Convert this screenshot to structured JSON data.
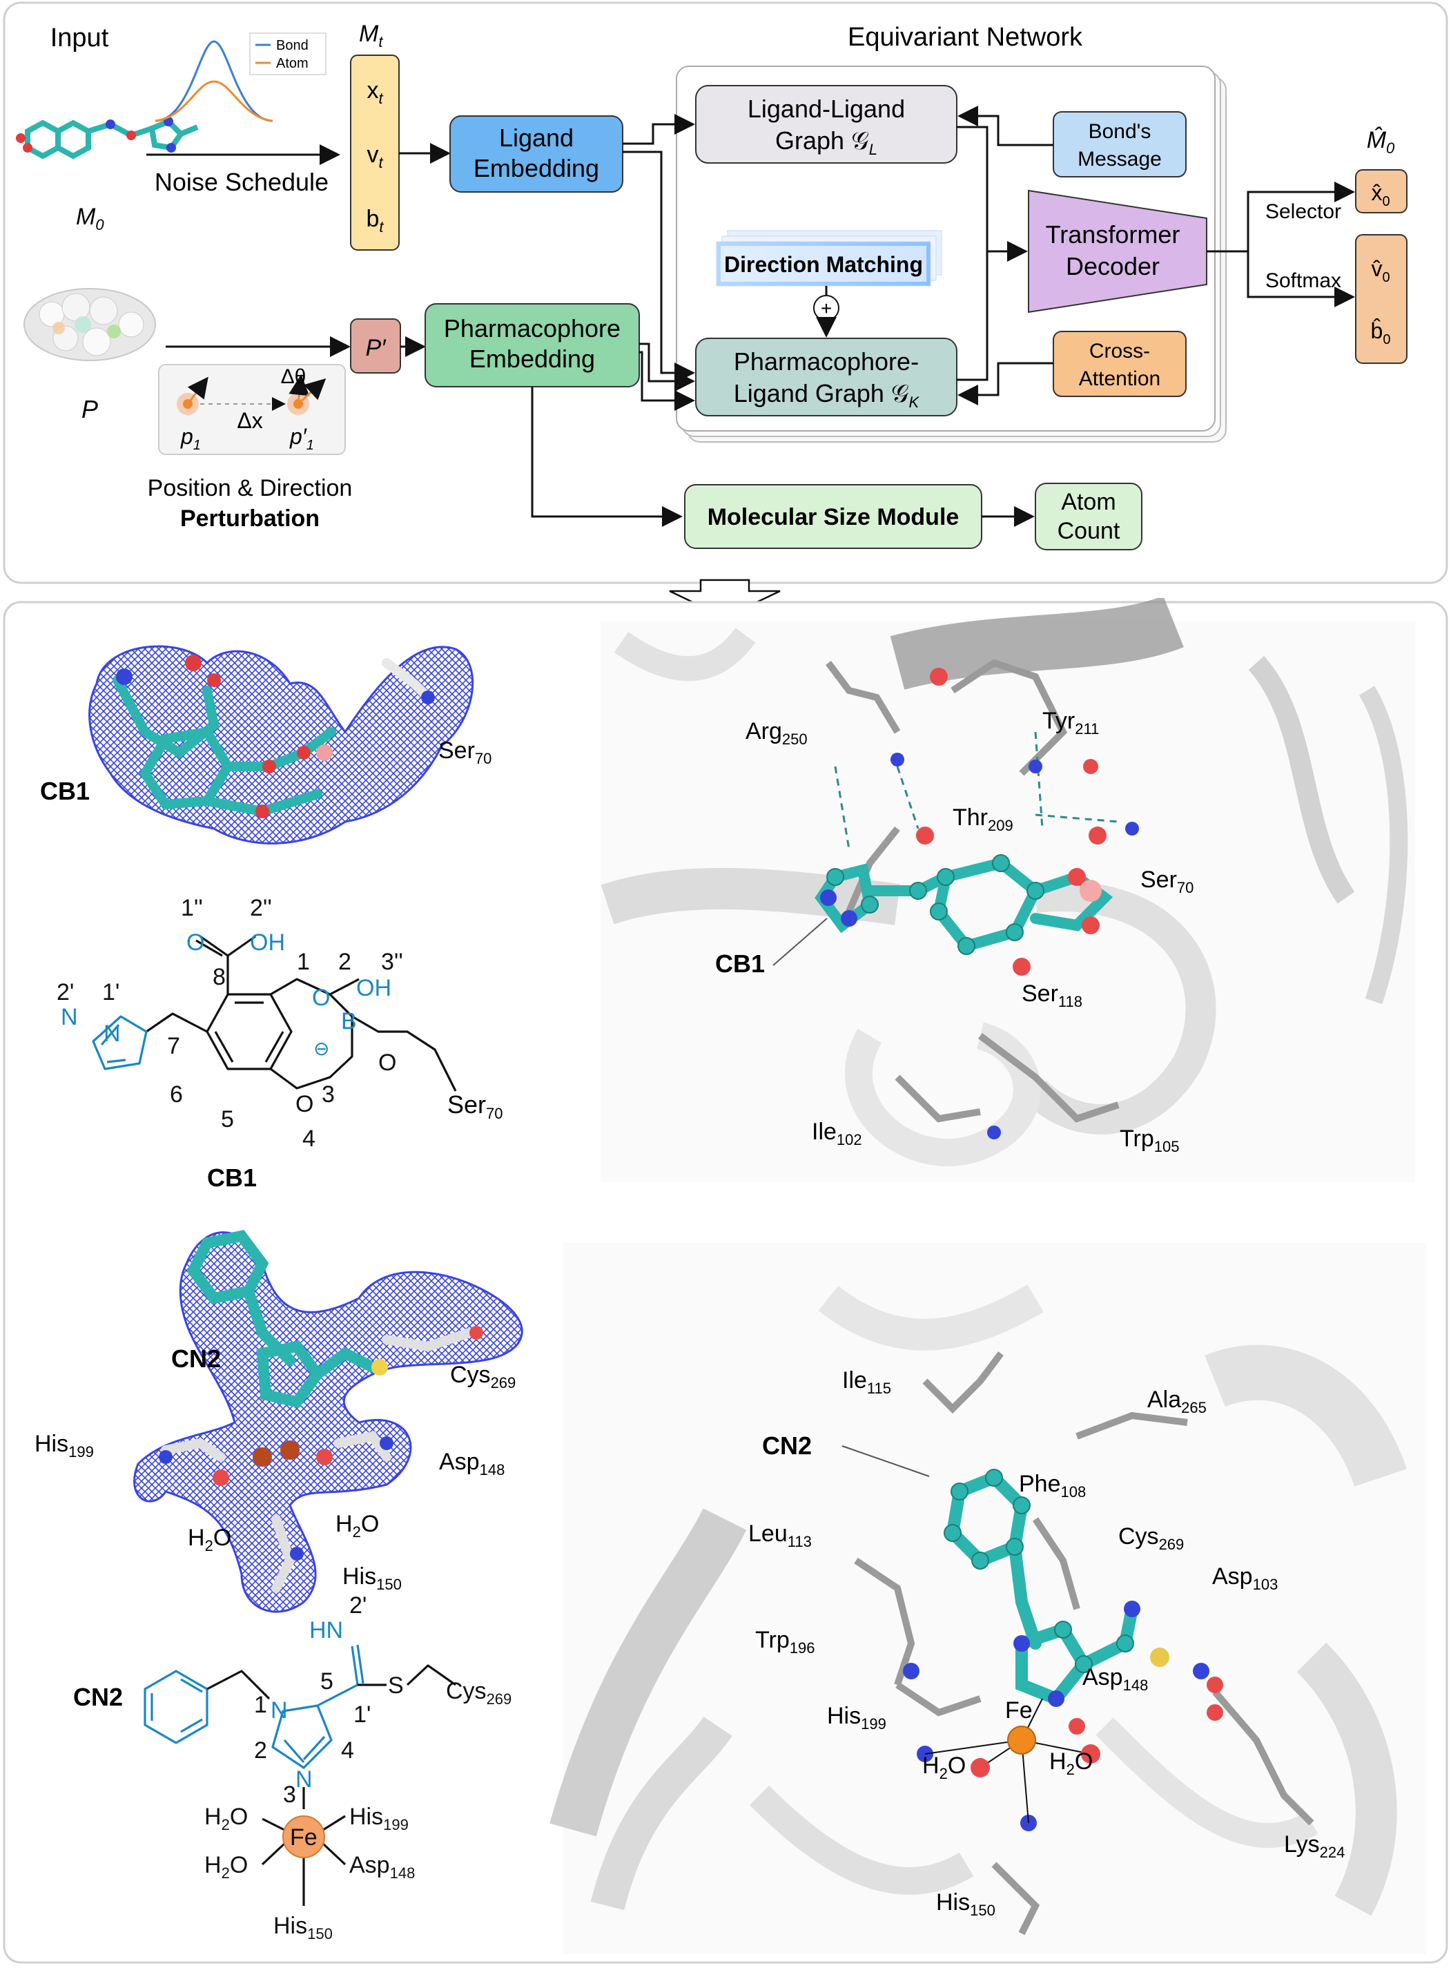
{
  "top": {
    "input": "Input",
    "legend": {
      "bond": "Bond",
      "atom": "Atom"
    },
    "noise_schedule": "Noise Schedule",
    "m0": "M",
    "m0_sub": "0",
    "mt": "M",
    "mt_sub": "t",
    "mt_vars": [
      {
        "v": "x",
        "s": "t"
      },
      {
        "v": "v",
        "s": "t"
      },
      {
        "v": "b",
        "s": "t"
      }
    ],
    "p_label": "P",
    "p1": "p",
    "p1_sub": "1",
    "p1p": "p′",
    "p1p_sub": "1",
    "dx": "Δx",
    "dtheta": "Δθ",
    "pos_dir": "Position & Direction",
    "perturbation": "Perturbation",
    "pprime": "P′",
    "ligand_emb": [
      "Ligand",
      "Embedding"
    ],
    "pharm_emb": [
      "Pharmacophore",
      "Embedding"
    ],
    "equivariant": "Equivariant Network",
    "ll_graph": [
      "Ligand-Ligand",
      "Graph 𝒢"
    ],
    "ll_sub": "L",
    "pl_graph": [
      "Pharmacophore-",
      "Ligand Graph 𝒢"
    ],
    "pl_sub": "K",
    "bonds_msg": [
      "Bond's",
      "Message"
    ],
    "cross_att": [
      "Cross-",
      "Attention"
    ],
    "direction_matching": "Direction Matching",
    "plus": "+",
    "transformer": [
      "Transformer",
      "Decoder"
    ],
    "selector": "Selector",
    "softmax": "Softmax",
    "m0hat": "M̂",
    "m0hat_sub": "0",
    "out_vars": [
      {
        "v": "x̂",
        "s": "0"
      },
      {
        "v": "v̂",
        "s": "0"
      },
      {
        "v": "b̂",
        "s": "0"
      }
    ],
    "mol_size": "Molecular Size Module",
    "atom_count": [
      "Atom",
      "Count"
    ]
  },
  "cb1": {
    "name": "CB1",
    "density_label": "Ser",
    "density_label_sub": "70",
    "struct_nums": [
      "1''",
      "2''",
      "2'",
      "1'",
      "1",
      "2",
      "3''",
      "8",
      "7",
      "6",
      "5",
      "4",
      "3"
    ],
    "struct_text": [
      "O",
      "OH",
      "N",
      "N",
      "O",
      "B",
      "OH",
      "O",
      "O",
      "⊖"
    ],
    "ser": "Ser",
    "ser_sub": "70",
    "residues": [
      {
        "n": "Arg",
        "s": "250"
      },
      {
        "n": "Tyr",
        "s": "211"
      },
      {
        "n": "Thr",
        "s": "209"
      },
      {
        "n": "Ser",
        "s": "70"
      },
      {
        "n": "Ser",
        "s": "118"
      },
      {
        "n": "Ile",
        "s": "102"
      },
      {
        "n": "Trp",
        "s": "105"
      }
    ]
  },
  "cn2": {
    "name": "CN2",
    "density_labels": [
      {
        "n": "Cys",
        "s": "269"
      },
      {
        "n": "His",
        "s": "199"
      },
      {
        "n": "Asp",
        "s": "148"
      },
      {
        "n": "H",
        "s": "2",
        "t": "O"
      },
      {
        "n": "H",
        "s": "2",
        "t": "O"
      },
      {
        "n": "His",
        "s": "150"
      }
    ],
    "struct": {
      "hn": "HN",
      "nums": [
        "2'",
        "5",
        "1'",
        "1",
        "2",
        "4",
        "3"
      ],
      "s": "S",
      "cys": "Cys",
      "cys_sub": "269",
      "n1": "N",
      "n3": "N",
      "fe": "Fe",
      "h2o": "H",
      "h2o_sub": "2",
      "o": "O",
      "his199": "His",
      "his199_sub": "199",
      "asp148": "Asp",
      "asp148_sub": "148",
      "his150": "His",
      "his150_sub": "150"
    },
    "residues": [
      {
        "n": "Ile",
        "s": "115"
      },
      {
        "n": "Ala",
        "s": "265"
      },
      {
        "n": "Phe",
        "s": "108"
      },
      {
        "n": "Cys",
        "s": "269"
      },
      {
        "n": "Leu",
        "s": "113"
      },
      {
        "n": "Asp",
        "s": "103"
      },
      {
        "n": "Trp",
        "s": "196"
      },
      {
        "n": "Asp",
        "s": "148"
      },
      {
        "n": "His",
        "s": "199"
      },
      {
        "n": "Fe",
        "s": ""
      },
      {
        "n": "H",
        "s": "2",
        "t": "O"
      },
      {
        "n": "H",
        "s": "2",
        "t": "O"
      },
      {
        "n": "Lys",
        "s": "224"
      },
      {
        "n": "His",
        "s": "150"
      }
    ]
  },
  "colors": {
    "teal": "#2bb5ae",
    "blue_mesh": "#2430e0",
    "chem_blue": "#1a87c5",
    "ligand_emb": "#6cb4f2",
    "pharm_emb": "#8fd6a8",
    "mt_box": "#fde3a4",
    "out_box": "#f6c79c",
    "graph_ll": "#e8e6ea",
    "graph_pl": "#bcd8d3",
    "transformer": "#d9b7e8",
    "bond_msg": "#bfdcf7",
    "cross_att": "#f7c28c",
    "pprime": "#e0a89e",
    "mol_size": "#d9f2d6",
    "iron": "#f07b1c"
  }
}
